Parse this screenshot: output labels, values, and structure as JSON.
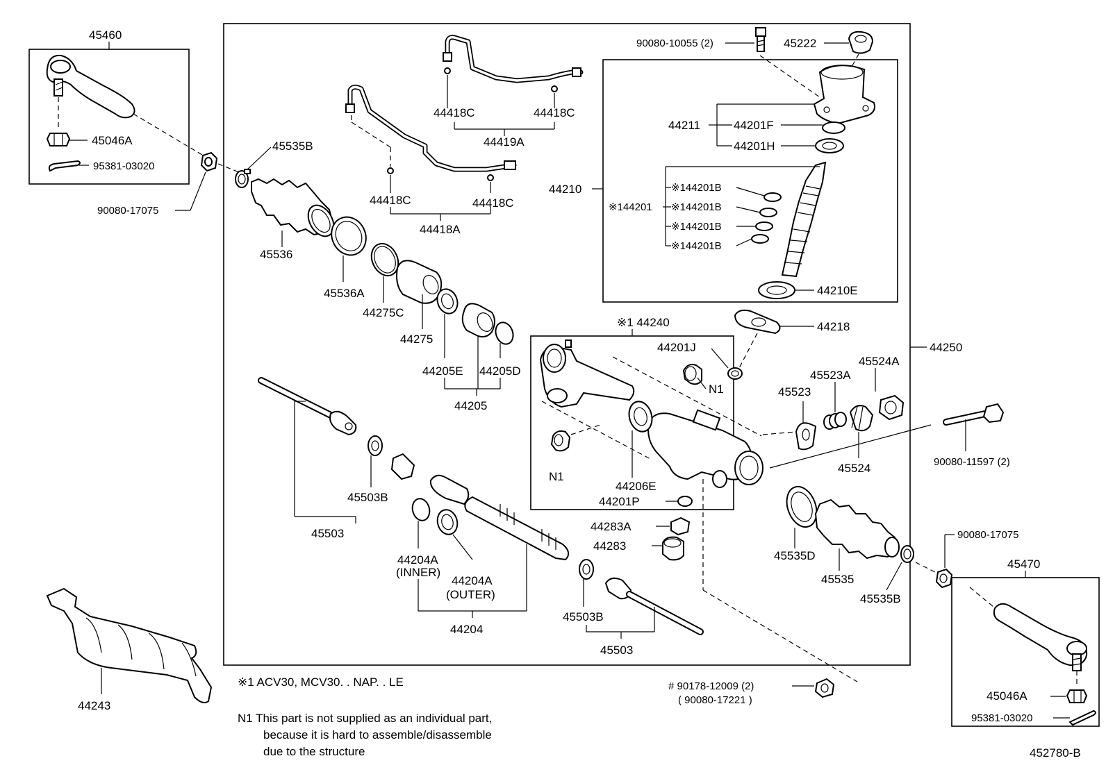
{
  "diagram_code": "452780-B",
  "notes": {
    "mark1": "※1  ACV30, MCV30. . NAP. . LE",
    "n1_line1": "N1  This part is not supplied as an individual part,",
    "n1_line2": "because it is hard to assemble/disassemble",
    "n1_line3": "due to the structure"
  },
  "labels": {
    "p45460": "45460",
    "p45046A_l": "45046A",
    "p95381_l": "95381-03020",
    "p90080_17075_l": "90080-17075",
    "p45535B_t": "45535B",
    "p45536": "45536",
    "p45536A": "45536A",
    "p44275C": "44275C",
    "p44275": "44275",
    "p44205E": "44205E",
    "p44205D": "44205D",
    "p44205": "44205",
    "p44418C_1": "44418C",
    "p44418C_2": "44418C",
    "p44419A": "44419A",
    "p44418C_3": "44418C",
    "p44418C_4": "44418C",
    "p44418A": "44418A",
    "p90080_10055": "90080-10055 (2)",
    "p45222": "45222",
    "p44211": "44211",
    "p44201F": "44201F",
    "p44201H": "44201H",
    "p44210": "44210",
    "p44201": "※144201",
    "p44201B_1": "※144201B",
    "p44201B_2": "※144201B",
    "p44201B_3": "※144201B",
    "p44201B_4": "※144201B",
    "p44210E": "44210E",
    "p44218": "44218",
    "p44240": "※1 44240",
    "p44201J": "44201J",
    "pN1_a": "N1",
    "pN1_b": "N1",
    "p44206E": "44206E",
    "p44201P": "44201P",
    "p44283A": "44283A",
    "p44283": "44283",
    "p44250": "44250",
    "p45523": "45523",
    "p45523A": "45523A",
    "p45524A": "45524A",
    "p45524": "45524",
    "p90080_11597": "90080-11597 (2)",
    "p45503B_l": "45503B",
    "p45503_l": "45503",
    "p44204A_in": "44204A",
    "p44204A_in_sub": "(INNER)",
    "p44204A_out": "44204A",
    "p44204A_out_sub": "(OUTER)",
    "p44204": "44204",
    "p45503B_r": "45503B",
    "p45503_r": "45503",
    "p45535D": "45535D",
    "p45535": "45535",
    "p45535B_r": "45535B",
    "p90080_17075_r": "90080-17075",
    "p45470": "45470",
    "p45046A_r": "45046A",
    "p95381_r": "95381-03020",
    "p90178": "# 90178-12009 (2)",
    "p90178_alt": "( 90080-17221 )",
    "p44243": "44243"
  }
}
